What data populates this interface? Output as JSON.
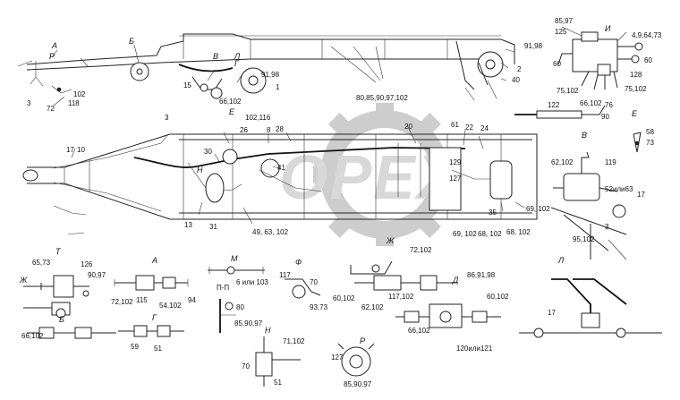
{
  "watermark": {
    "text": "OPEX"
  },
  "callouts": [
    {
      "id": "c1",
      "text": "А"
    },
    {
      "id": "c2",
      "text": "Б"
    },
    {
      "id": "c3",
      "text": "Р"
    },
    {
      "id": "c4",
      "text": "В"
    },
    {
      "id": "c5",
      "text": "Л"
    },
    {
      "id": "c6",
      "text": "Г"
    },
    {
      "id": "c7",
      "text": "Е"
    },
    {
      "id": "c8",
      "text": "91,98"
    },
    {
      "id": "c9",
      "text": "91,98"
    },
    {
      "id": "c10",
      "text": "2"
    },
    {
      "id": "c11",
      "text": "40"
    },
    {
      "id": "c12",
      "text": "1"
    },
    {
      "id": "c13",
      "text": "66,102"
    },
    {
      "id": "c14",
      "text": "102,116"
    },
    {
      "id": "c15",
      "text": "80,85,90,97,102"
    },
    {
      "id": "c16",
      "text": "3"
    },
    {
      "id": "c17",
      "text": "72"
    },
    {
      "id": "c18",
      "text": "102"
    },
    {
      "id": "c19",
      "text": "118"
    },
    {
      "id": "c20",
      "text": "15"
    },
    {
      "id": "c21",
      "text": "85,97"
    },
    {
      "id": "c22",
      "text": "125"
    },
    {
      "id": "c23",
      "text": "И"
    },
    {
      "id": "c24",
      "text": "4,9,64,73"
    },
    {
      "id": "c25",
      "text": "60"
    },
    {
      "id": "c26",
      "text": "60"
    },
    {
      "id": "c27",
      "text": "128"
    },
    {
      "id": "c28",
      "text": "75,102"
    },
    {
      "id": "c29",
      "text": "66,102"
    },
    {
      "id": "c30",
      "text": "75,102"
    },
    {
      "id": "c31",
      "text": "76"
    },
    {
      "id": "c32",
      "text": "122"
    },
    {
      "id": "c33",
      "text": "90"
    },
    {
      "id": "c34",
      "text": "Е"
    },
    {
      "id": "c35",
      "text": "58"
    },
    {
      "id": "c36",
      "text": "73"
    },
    {
      "id": "c37",
      "text": "3"
    },
    {
      "id": "c38",
      "text": "17"
    },
    {
      "id": "c39",
      "text": "10"
    },
    {
      "id": "c40",
      "text": "26"
    },
    {
      "id": "c41",
      "text": "8"
    },
    {
      "id": "c42",
      "text": "28"
    },
    {
      "id": "c43",
      "text": "20"
    },
    {
      "id": "c44",
      "text": "61"
    },
    {
      "id": "c45",
      "text": "22"
    },
    {
      "id": "c46",
      "text": "24"
    },
    {
      "id": "c47",
      "text": "30"
    },
    {
      "id": "c48",
      "text": "41"
    },
    {
      "id": "c49",
      "text": "Н"
    },
    {
      "id": "c50",
      "text": "13"
    },
    {
      "id": "c51",
      "text": "31"
    },
    {
      "id": "c52",
      "text": "49, 63, 102"
    },
    {
      "id": "c53",
      "text": "129"
    },
    {
      "id": "c54",
      "text": "127"
    },
    {
      "id": "c55",
      "text": "35"
    },
    {
      "id": "c56",
      "text": "69, 102"
    },
    {
      "id": "c57",
      "text": "69, 102"
    },
    {
      "id": "c58",
      "text": "68, 102"
    },
    {
      "id": "c59",
      "text": "68, 102"
    },
    {
      "id": "c60",
      "text": "В"
    },
    {
      "id": "c61",
      "text": "62,102"
    },
    {
      "id": "c62",
      "text": "119"
    },
    {
      "id": "c63",
      "text": "52или63"
    },
    {
      "id": "c64",
      "text": "17"
    },
    {
      "id": "c65",
      "text": "95,102"
    },
    {
      "id": "c66",
      "text": "3"
    },
    {
      "id": "c67",
      "text": "Т"
    },
    {
      "id": "c68",
      "text": "65,73"
    },
    {
      "id": "c69",
      "text": "126"
    },
    {
      "id": "c70",
      "text": "90,97"
    },
    {
      "id": "c71",
      "text": "Ж"
    },
    {
      "id": "c72",
      "text": "Б"
    },
    {
      "id": "c73",
      "text": "66,102"
    },
    {
      "id": "c74",
      "text": "А"
    },
    {
      "id": "c75",
      "text": "72,102"
    },
    {
      "id": "c76",
      "text": "115"
    },
    {
      "id": "c77",
      "text": "54,102"
    },
    {
      "id": "c78",
      "text": "94"
    },
    {
      "id": "c79",
      "text": "Г"
    },
    {
      "id": "c80",
      "text": "59"
    },
    {
      "id": "c81",
      "text": "51"
    },
    {
      "id": "c82",
      "text": "М"
    },
    {
      "id": "c83",
      "text": "П-П"
    },
    {
      "id": "c84",
      "text": "6 или 103"
    },
    {
      "id": "c85",
      "text": "80"
    },
    {
      "id": "c86",
      "text": "85,90,97"
    },
    {
      "id": "c87",
      "text": "Ф"
    },
    {
      "id": "c88",
      "text": "117"
    },
    {
      "id": "c89",
      "text": "70"
    },
    {
      "id": "c90",
      "text": "93,73"
    },
    {
      "id": "c91",
      "text": "Ж"
    },
    {
      "id": "c92",
      "text": "72,102"
    },
    {
      "id": "c93",
      "text": "60,102"
    },
    {
      "id": "c94",
      "text": "62,102"
    },
    {
      "id": "c95",
      "text": "Д"
    },
    {
      "id": "c96",
      "text": "86,91,98"
    },
    {
      "id": "c97",
      "text": "117,102"
    },
    {
      "id": "c98",
      "text": "60,102"
    },
    {
      "id": "c99",
      "text": "66,102"
    },
    {
      "id": "c100",
      "text": "120или121"
    },
    {
      "id": "c101",
      "text": "Л"
    },
    {
      "id": "c102",
      "text": "17"
    },
    {
      "id": "c103",
      "text": "Н"
    },
    {
      "id": "c104",
      "text": "71,102"
    },
    {
      "id": "c105",
      "text": "70"
    },
    {
      "id": "c106",
      "text": "51"
    },
    {
      "id": "c107",
      "text": "Р"
    },
    {
      "id": "c108",
      "text": "127"
    },
    {
      "id": "c109",
      "text": "85,90,97"
    }
  ]
}
